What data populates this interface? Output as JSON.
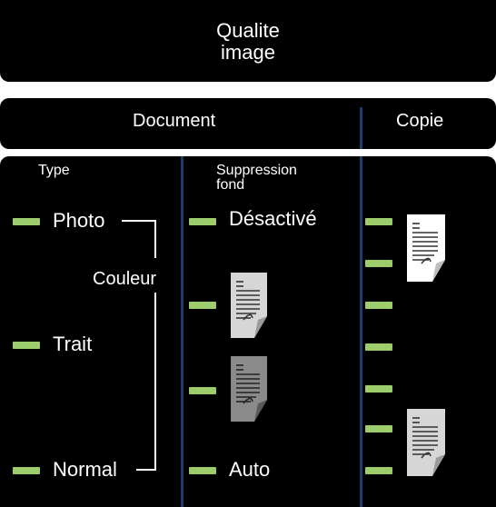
{
  "header": {
    "title_line1": "Qualite",
    "title_line2": "image"
  },
  "tabs": {
    "document": "Document",
    "copy": "Copie"
  },
  "type_section": {
    "heading": "Type",
    "photo": "Photo",
    "color_group": "Couleur",
    "text": "Trait",
    "normal": "Normal"
  },
  "background_section": {
    "heading_line1": "Suppression",
    "heading_line2": "fond",
    "off": "Désactivé",
    "auto": "Auto"
  },
  "colors": {
    "panel": "#000000",
    "led": "#9ccc6c",
    "divider": "#1e3a6b"
  },
  "icons": [
    "document-icon"
  ]
}
